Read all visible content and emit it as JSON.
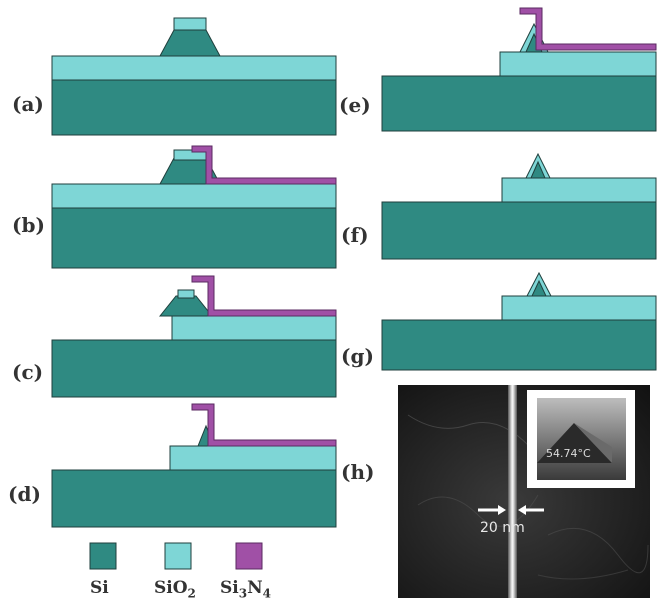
{
  "panels": {
    "a": "(a)",
    "b": "(b)",
    "c": "(c)",
    "d": "(d)",
    "e": "(e)",
    "f": "(f)",
    "g": "(g)",
    "h": "(h)"
  },
  "legend": {
    "si": "Si",
    "sio2": "SiO",
    "sio2_sub": "2",
    "si3n4_a": "Si",
    "si3n4_b": "3",
    "si3n4_c": "N",
    "si3n4_d": "4"
  },
  "sem": {
    "scale": "20 nm",
    "angle": "54.74°C"
  },
  "colors": {
    "si": "#2f8a82",
    "sio2": "#7ed6d6",
    "si3n4": "#a050a6",
    "outline": "#1f3f3c"
  }
}
